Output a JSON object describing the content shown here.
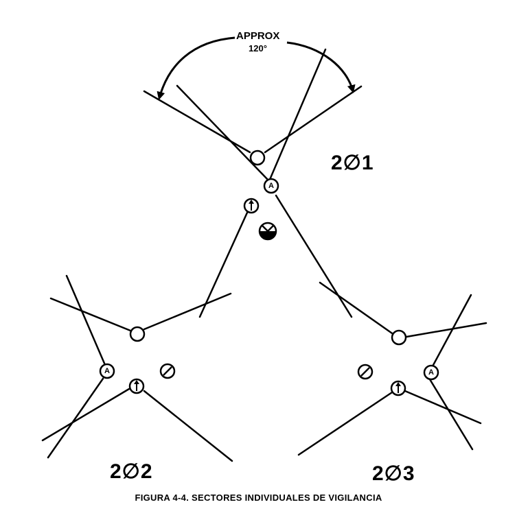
{
  "annotation": {
    "approx_label": "APPROX",
    "angle_label": "120°"
  },
  "teams": [
    {
      "label": "2∅1"
    },
    {
      "label": "2∅2"
    },
    {
      "label": "2∅3"
    }
  ],
  "symbols": {
    "automatic_rifle_letter": "A"
  },
  "caption": "FIGURA 4-4. SECTORES INDIVIDUALES DE VIGILANCIA",
  "colors": {
    "ink": "#000000",
    "background": "#ffffff"
  }
}
